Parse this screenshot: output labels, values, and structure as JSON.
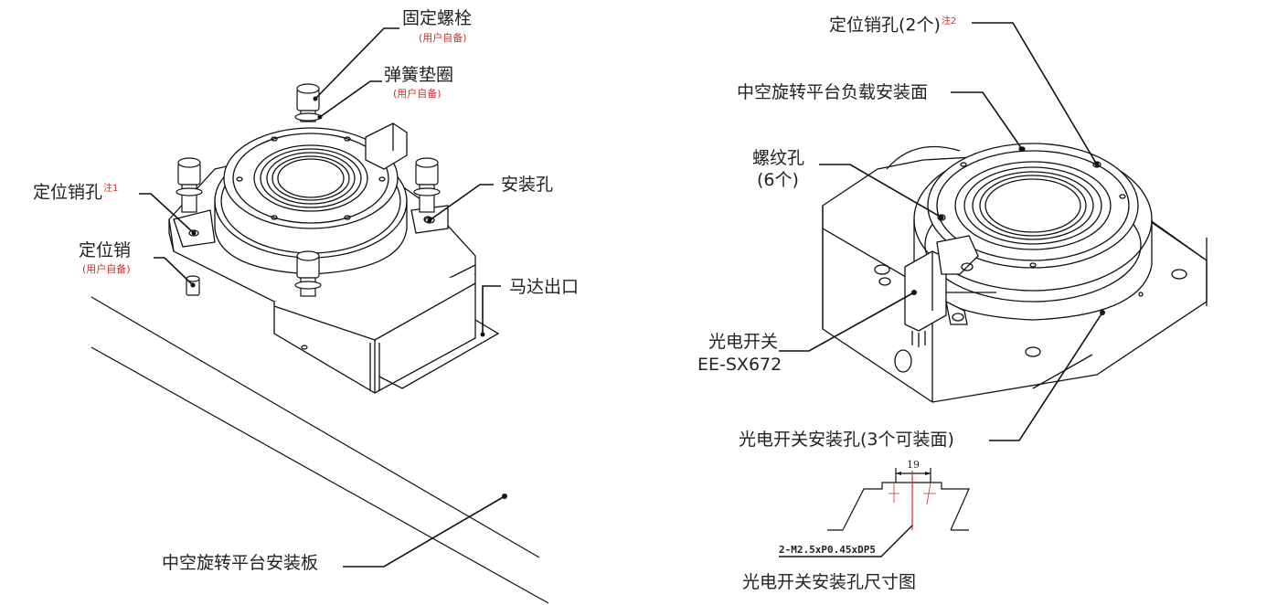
{
  "left_labels": {
    "fixing_bolt": "固定螺栓",
    "fixing_bolt_note": "(用户自备)",
    "spring_washer": "弹簧垫圈",
    "spring_washer_note": "(用户自备)",
    "locating_pin_hole": "定位销孔",
    "locating_pin_hole_note": "注1",
    "mounting_hole": "安装孔",
    "locating_pin": "定位销",
    "locating_pin_note": "(用户自备)",
    "motor_outlet": "马达出口",
    "mounting_plate": "中空旋转平台安装板"
  },
  "right_labels": {
    "locating_pin_hole_2": "定位销孔(2个)",
    "locating_pin_hole_2_note": "注2",
    "load_mounting_face": "中空旋转平台负载安装面",
    "threaded_hole": "螺纹孔",
    "threaded_hole_count": "(6个)",
    "photo_switch": "光电开关",
    "photo_switch_model": "EE-SX672",
    "switch_mounting_hole": "光电开关安装孔(3个可装面)",
    "dimension_value": "19",
    "hole_spec": "2-M2.5xP0.45xDP5",
    "dimension_drawing_title": "光电开关安装孔尺寸图"
  }
}
